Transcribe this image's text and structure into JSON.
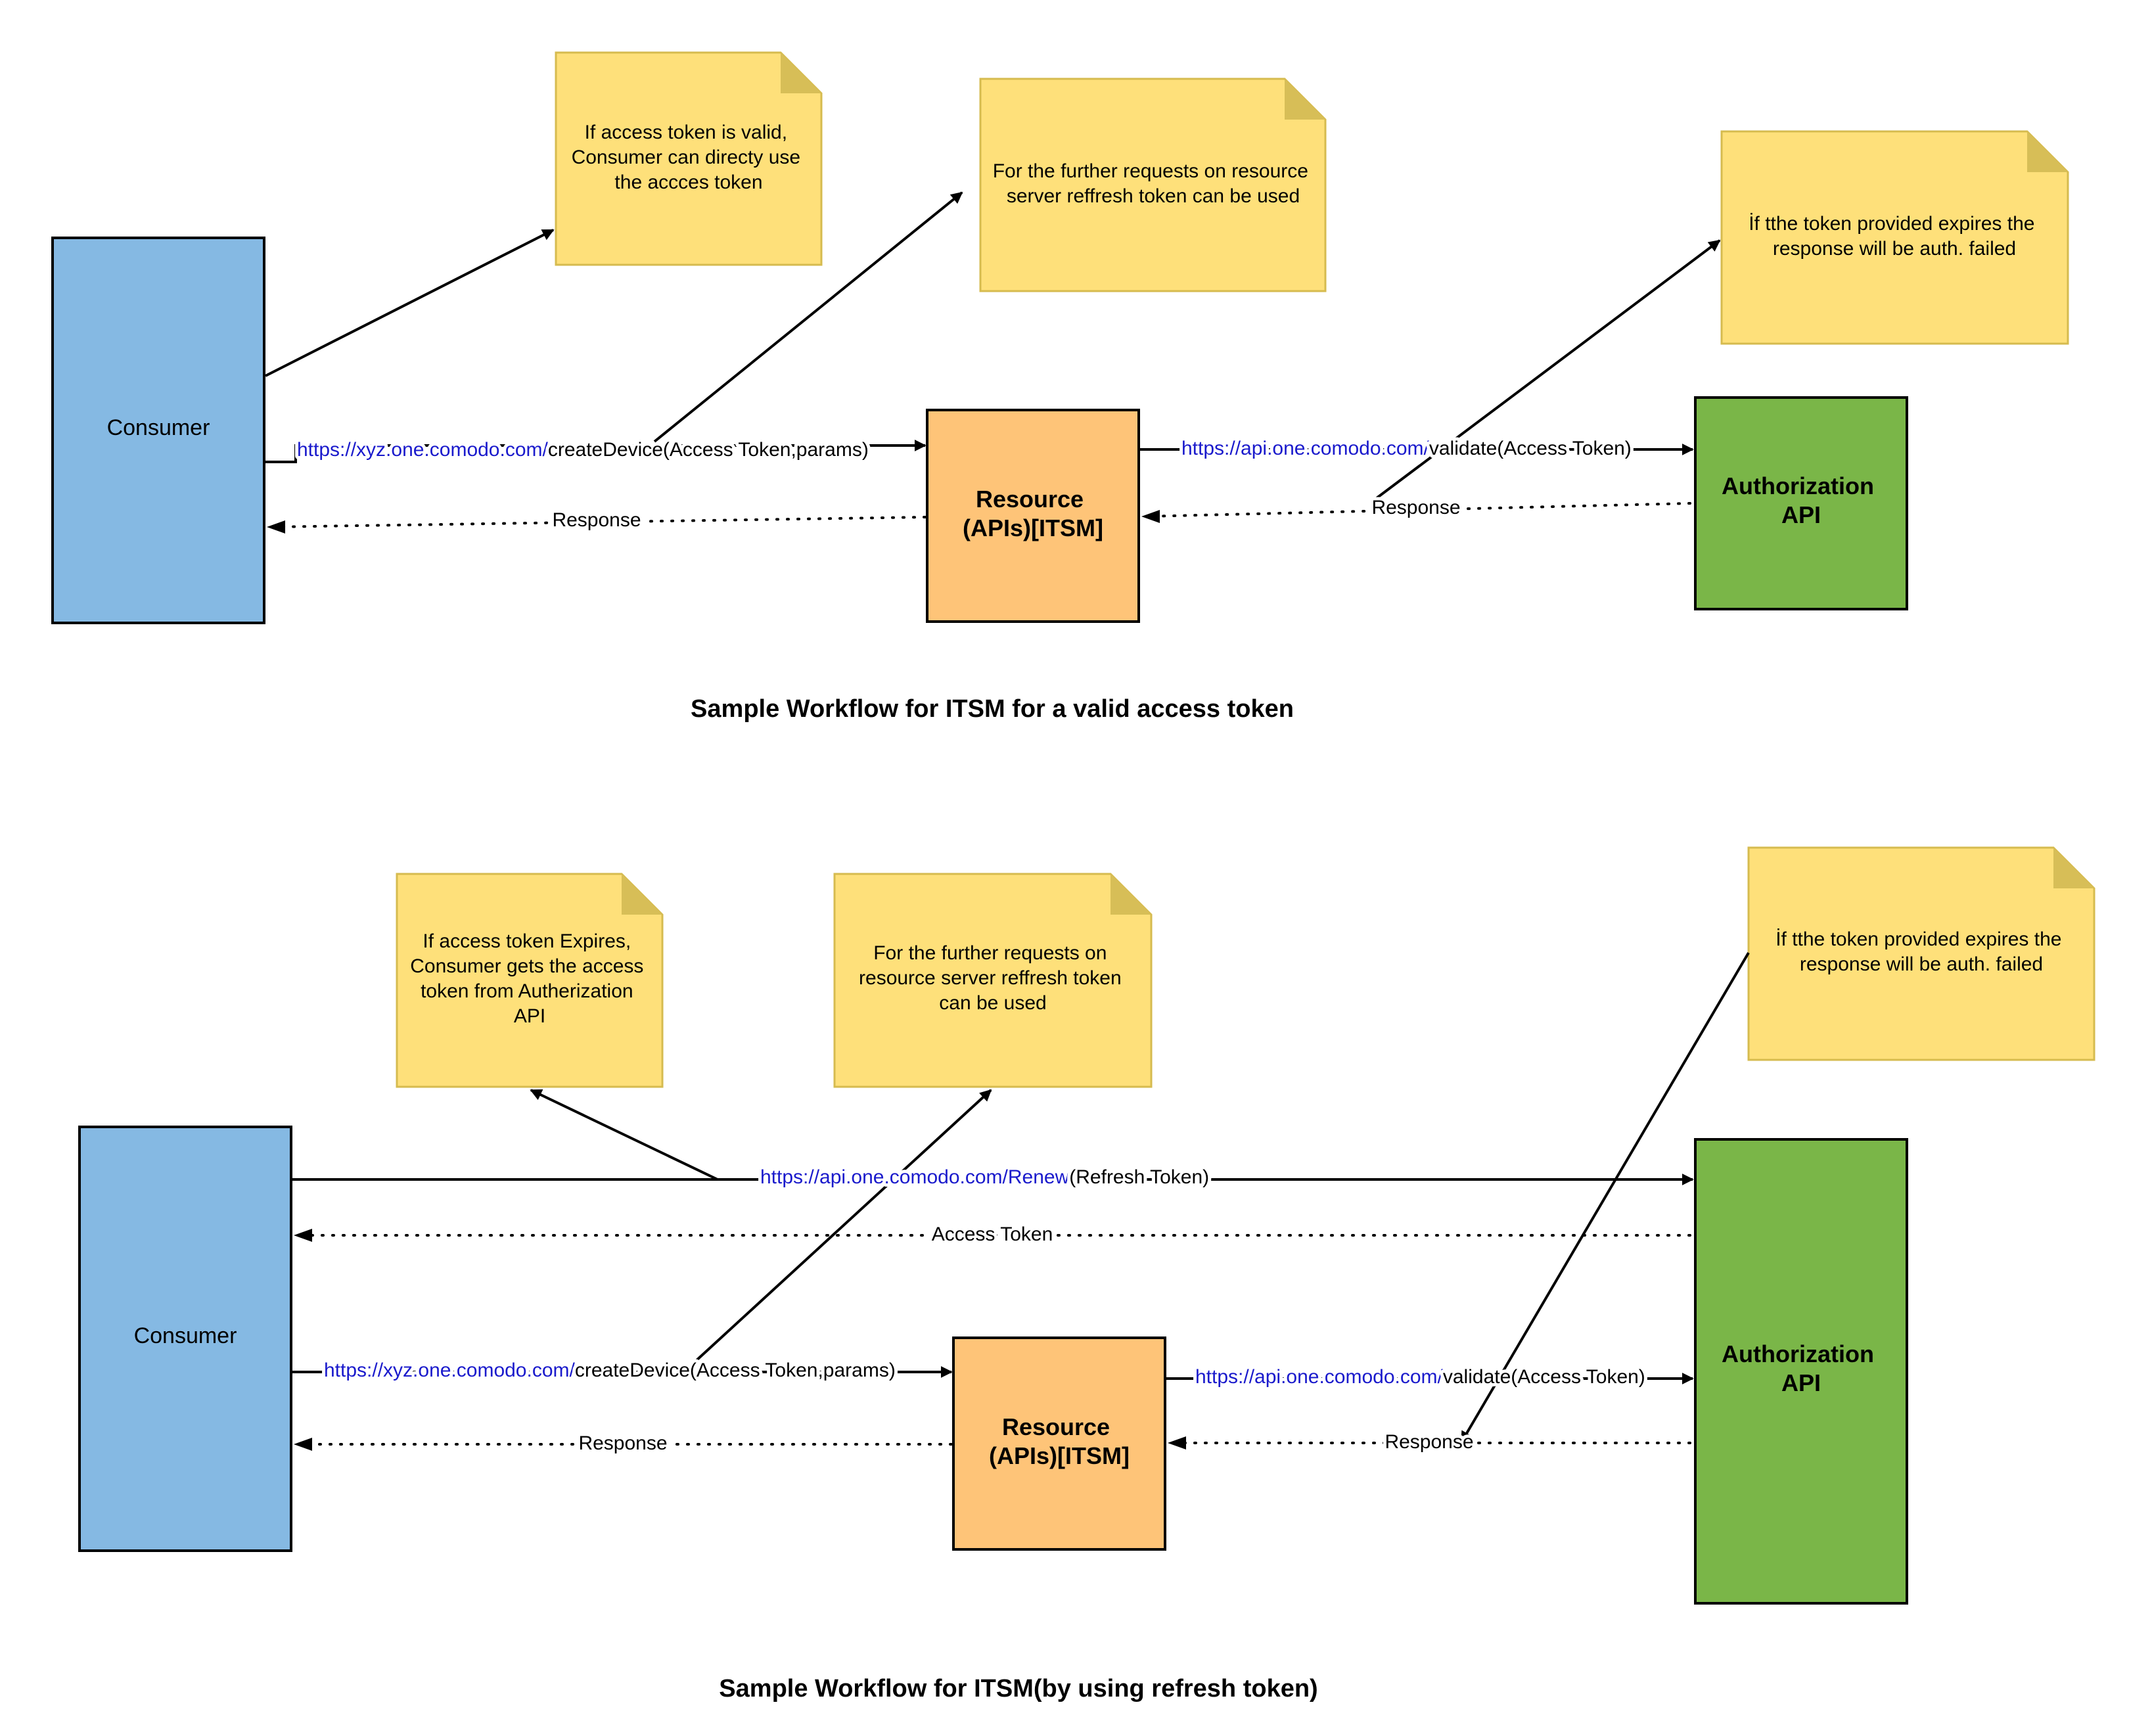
{
  "colors": {
    "consumer": "#85b9e3",
    "resource": "#fec478",
    "auth": "#7ab648",
    "note": "#fee07a",
    "note_fold": "#d7be57",
    "note_border": "#d6bb4f",
    "url": "#1a1acc"
  },
  "top": {
    "title": "Sample Workflow for ITSM  for a valid access token",
    "consumer": "Consumer",
    "resource_line1": "Resource",
    "resource_line2": "(APIs)[ITSM]",
    "auth_line1": "Authorization",
    "auth_line2": "API",
    "request_url": "https://xyz.one.comodo.com/",
    "request_call": "createDevice(Access Token,params)",
    "response_label": "Response",
    "validate_url": "https://api.one.comodo.com/",
    "validate_call": "validate(Access Token)",
    "validate_response": "Response",
    "note1": [
      "If access token is valid,",
      "Consumer can directy use",
      "the accces token"
    ],
    "note2": [
      "For the further requests on resource",
      "server reffresh token  can be used"
    ],
    "note3": [
      "İf tthe token provided expires the",
      "response will be auth. failed"
    ]
  },
  "bottom": {
    "title": "Sample Workflow for ITSM(by using refresh token)",
    "consumer": "Consumer",
    "resource_line1": "Resource",
    "resource_line2": "(APIs)[ITSM]",
    "auth_line1": "Authorization",
    "auth_line2": "API",
    "renew_url": "https://api.one.comodo.com/Renew",
    "renew_call": "(Refresh Token)",
    "access_token_label": "Access Token",
    "request_url": "https://xyz.one.comodo.com/",
    "request_call": "createDevice(Access Token,params)",
    "response_label": "Response",
    "validate_url": "https://api.one.comodo.com/",
    "validate_call": "validate(Access Token)",
    "validate_response": "Response",
    "note1": [
      "If access token Expires,",
      "Consumer gets the access",
      "token from Autherization",
      "API"
    ],
    "note2": [
      "For the further requests on",
      "resource server reffresh token",
      "can be used"
    ],
    "note3": [
      "İf tthe token provided expires the",
      "response will be auth. failed"
    ]
  }
}
